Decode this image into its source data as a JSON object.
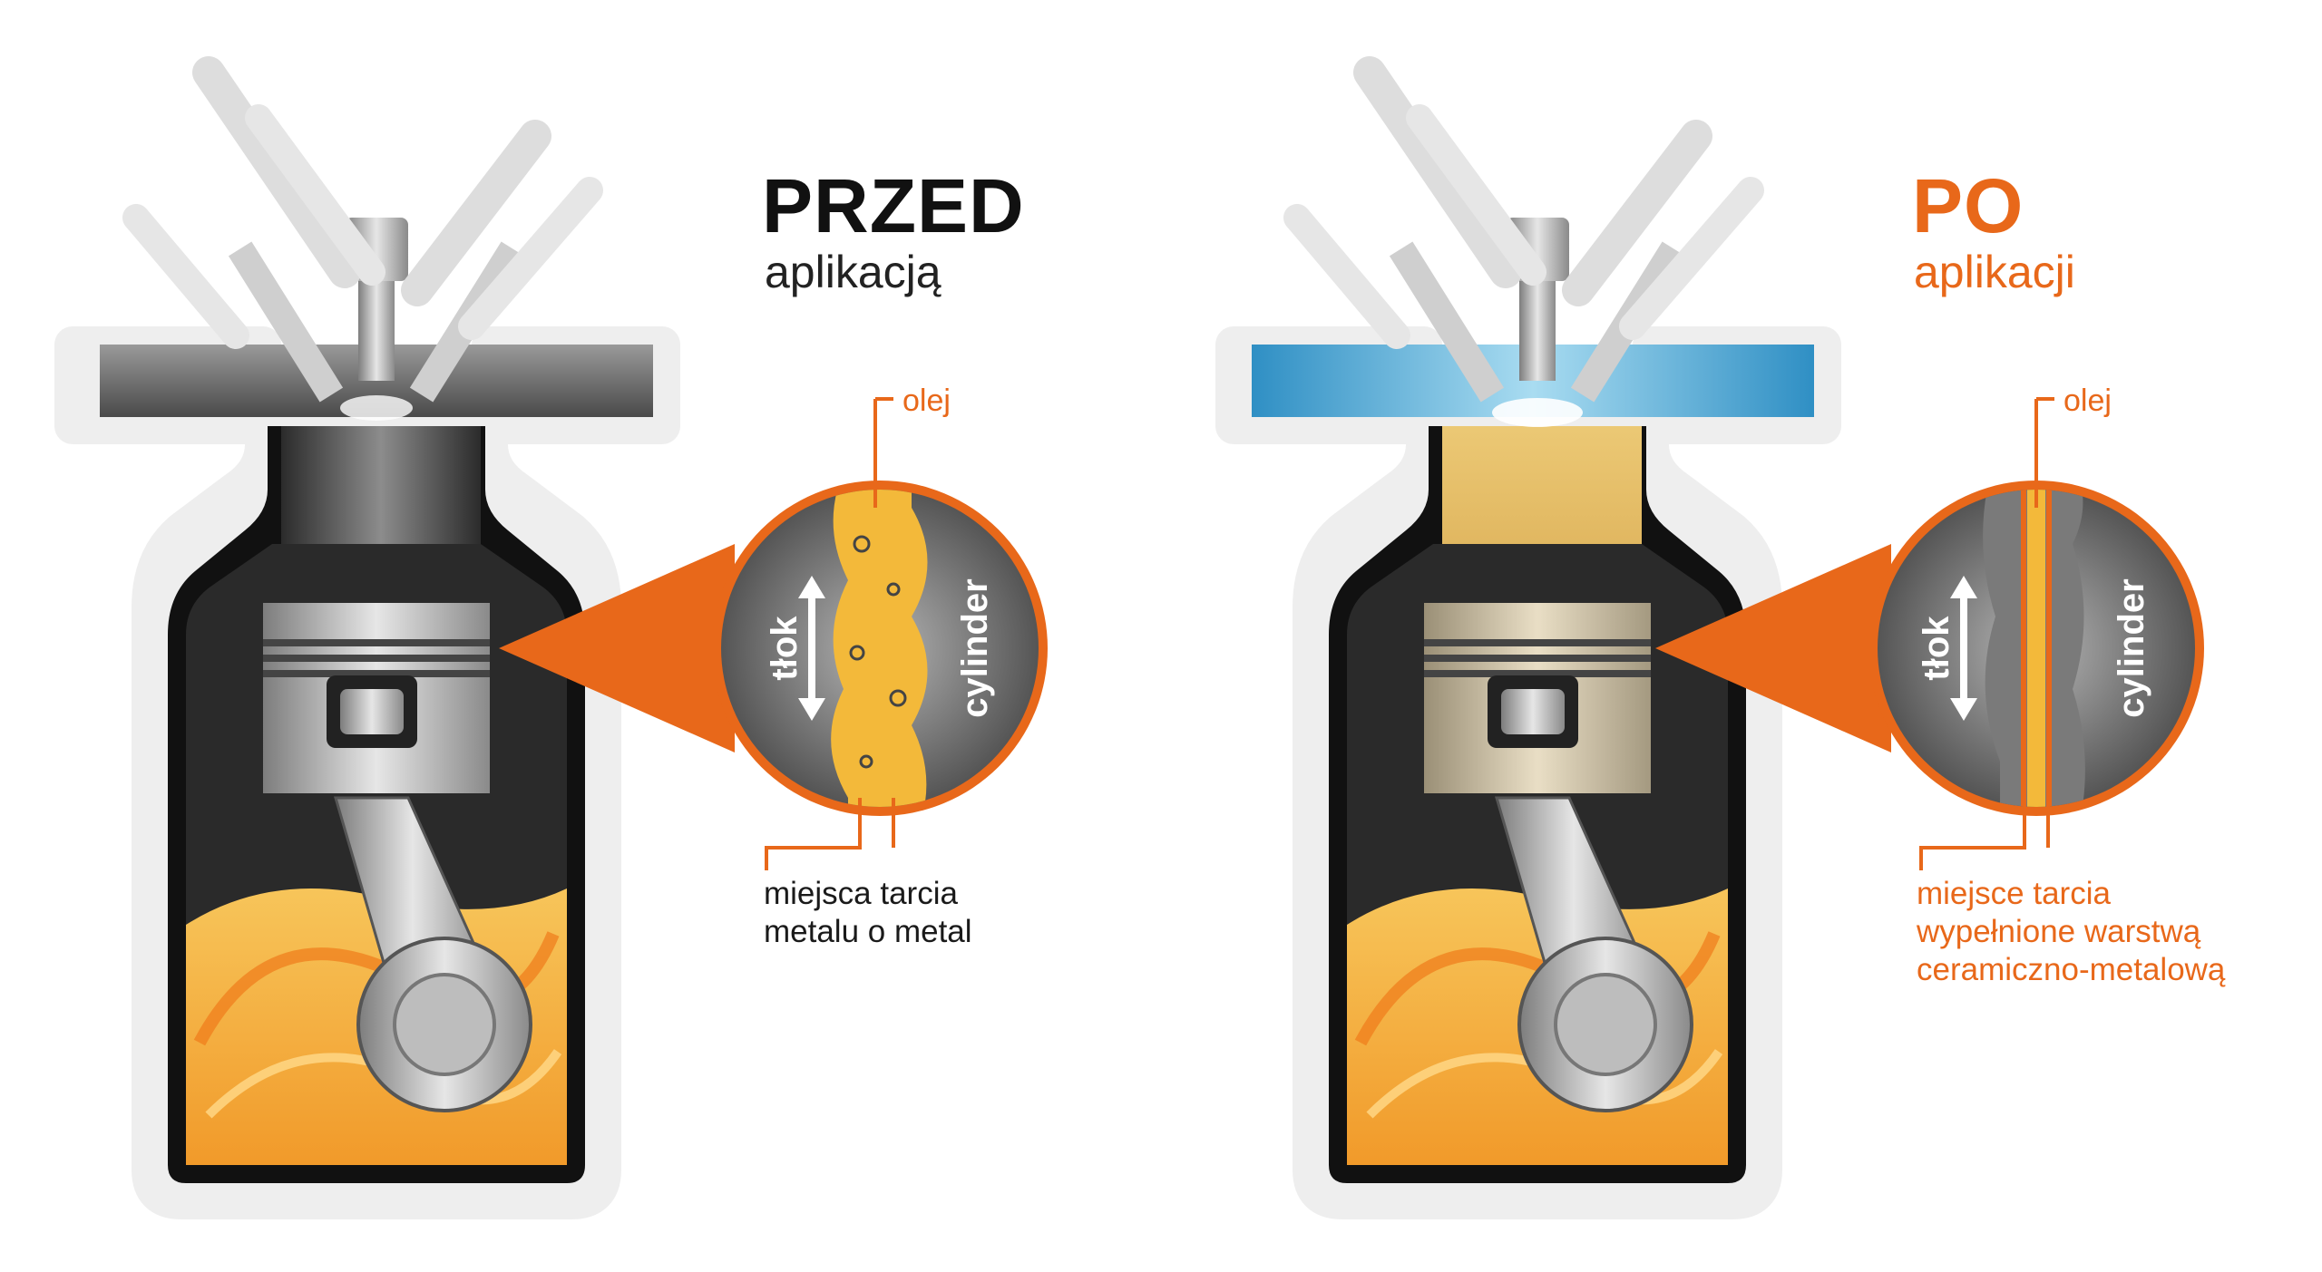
{
  "left": {
    "title": "PRZED",
    "subtitle": "aplikacją",
    "oil_label": "olej",
    "piston_label": "tłok",
    "cylinder_label": "cylinder",
    "callout_lines": [
      "miejsca tarcia",
      "metalu o metal"
    ]
  },
  "right": {
    "title": "PO",
    "subtitle": "aplikacji",
    "oil_label": "olej",
    "piston_label": "tłok",
    "cylinder_label": "cylinder",
    "callout_lines": [
      "miejsce tarcia",
      "wypełnione warstwą",
      "ceramiczno-metalową"
    ]
  },
  "colors": {
    "accent": "#e8681a",
    "dark": "#1a1a1a",
    "oil": "#f3b93a",
    "coolant": "#4fb2dd"
  }
}
